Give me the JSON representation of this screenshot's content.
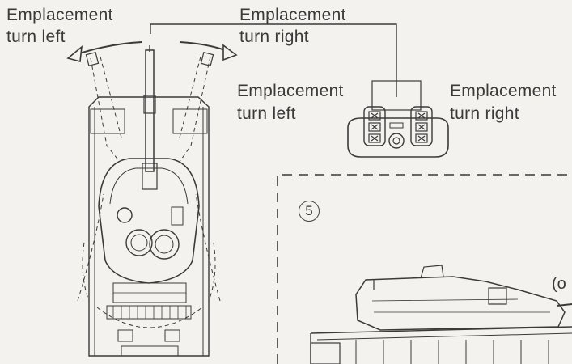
{
  "labels": {
    "top_left_line1": "Emplacement",
    "top_left_line2": "turn left",
    "top_right_line1": "Emplacement",
    "top_right_line2": "turn right",
    "remote_left_line1": "Emplacement",
    "remote_left_line2": "turn left",
    "remote_right_line1": "Emplacement",
    "remote_right_line2": "turn right"
  },
  "step_marker": "5",
  "partial_text": "(o",
  "colors": {
    "ink": "#3a3a3a",
    "paper": "#f4f2ee"
  }
}
